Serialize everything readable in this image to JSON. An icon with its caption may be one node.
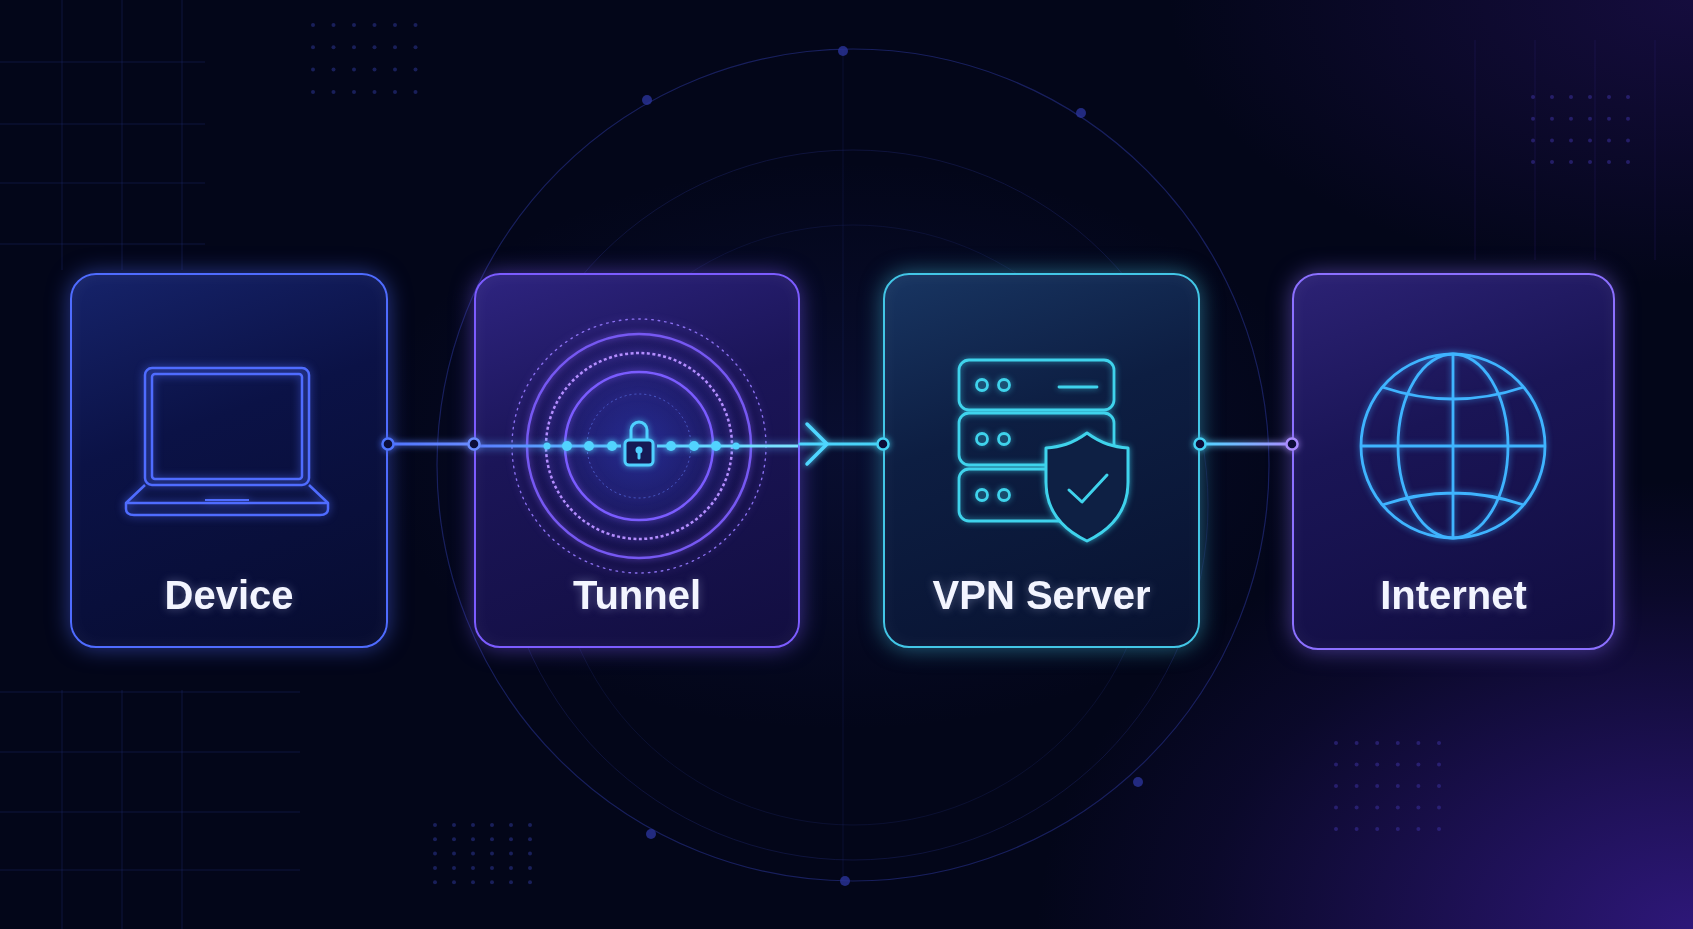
{
  "diagram": {
    "nodes": [
      {
        "text": [
          "Device"
        ]
      },
      {
        "text": [
          "Tunnel"
        ]
      },
      {
        "text": [
          "VPN Server"
        ]
      },
      {
        "text": [
          "Internet"
        ]
      }
    ],
    "edges": [
      {
        "from": 0,
        "to": 1,
        "arrow": "other",
        "color": "#4f74ff"
      },
      {
        "from": 1,
        "to": 2,
        "arrow": "to"
      },
      {
        "from": 2,
        "to": 3,
        "arrow": "other"
      }
    ]
  }
}
